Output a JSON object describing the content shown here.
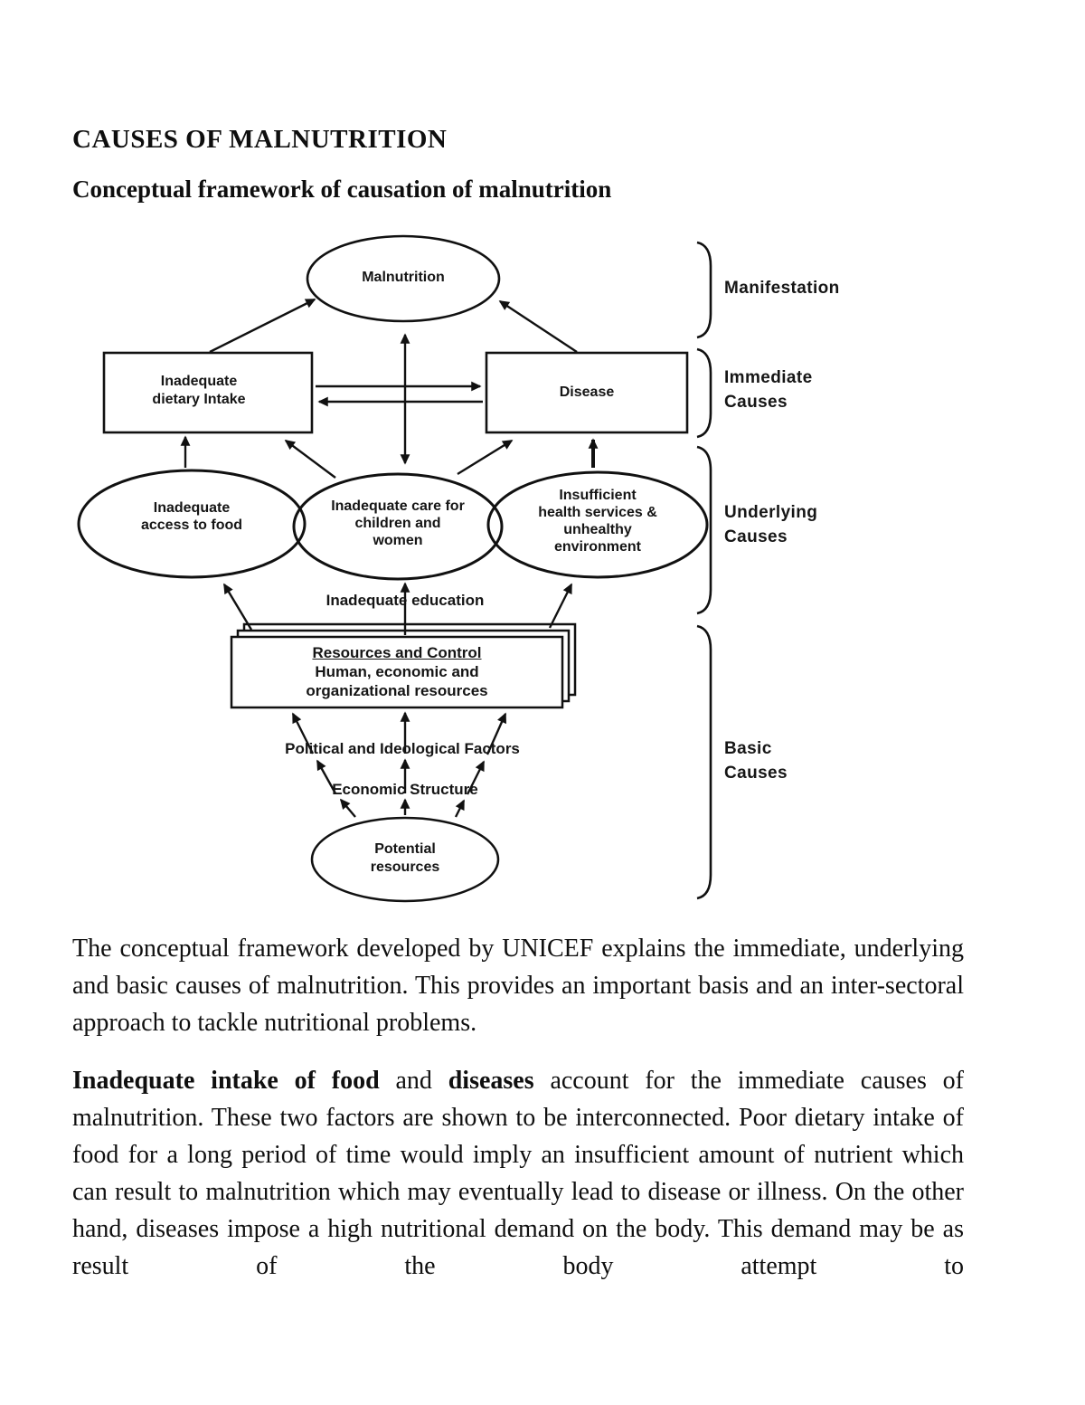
{
  "page": {
    "title": "CAUSES OF MALNUTRITION",
    "subtitle": "Conceptual framework of causation of malnutrition"
  },
  "diagram": {
    "nodes": {
      "malnutrition": {
        "label": "Malnutrition"
      },
      "dietary": {
        "lines": [
          "Inadequate",
          "dietary Intake"
        ]
      },
      "disease": {
        "label": "Disease"
      },
      "access": {
        "lines": [
          "Inadequate",
          "access to food"
        ]
      },
      "care": {
        "lines": [
          "Inadequate care for",
          "children and",
          "women"
        ]
      },
      "services": {
        "lines": [
          "Insufficient",
          "health services &",
          "unhealthy",
          "environment"
        ]
      },
      "education": {
        "label": "Inadequate education"
      },
      "resources": {
        "title": "Resources and Control",
        "lines": [
          "Human, economic and",
          "organizational resources"
        ]
      },
      "political": {
        "label": "Political and Ideological Factors"
      },
      "economic": {
        "label": "Economic Structure"
      },
      "potential": {
        "lines": [
          "Potential",
          "resources"
        ]
      }
    },
    "stages": {
      "manifestation": {
        "lines": [
          "Manifestation",
          ""
        ]
      },
      "immediate": {
        "lines": [
          "Immediate",
          "Causes"
        ]
      },
      "underlying": {
        "lines": [
          "Underlying",
          "Causes"
        ]
      },
      "basic": {
        "lines": [
          "Basic",
          "Causes"
        ]
      }
    }
  },
  "paragraphs": {
    "p1": "The conceptual framework developed by UNICEF explains the immediate, underlying and basic causes of malnutrition. This provides an important basis and an inter-sectoral approach to tackle nutritional problems.",
    "p2": {
      "segments": [
        "Inadequate intake of food",
        " and ",
        "diseases",
        " account for the immediate causes of malnutrition. These two factors are shown to be interconnected. Poor dietary intake of food for a long period of time would imply an insufficient amount of nutrient which can result to malnutrition which may eventually lead to disease or illness. On the other hand, diseases impose a high nutritional demand on the body. This demand may be as result of the body attempt to"
      ]
    }
  },
  "colors": {
    "ink": "#111111",
    "paper": "#ffffff"
  }
}
